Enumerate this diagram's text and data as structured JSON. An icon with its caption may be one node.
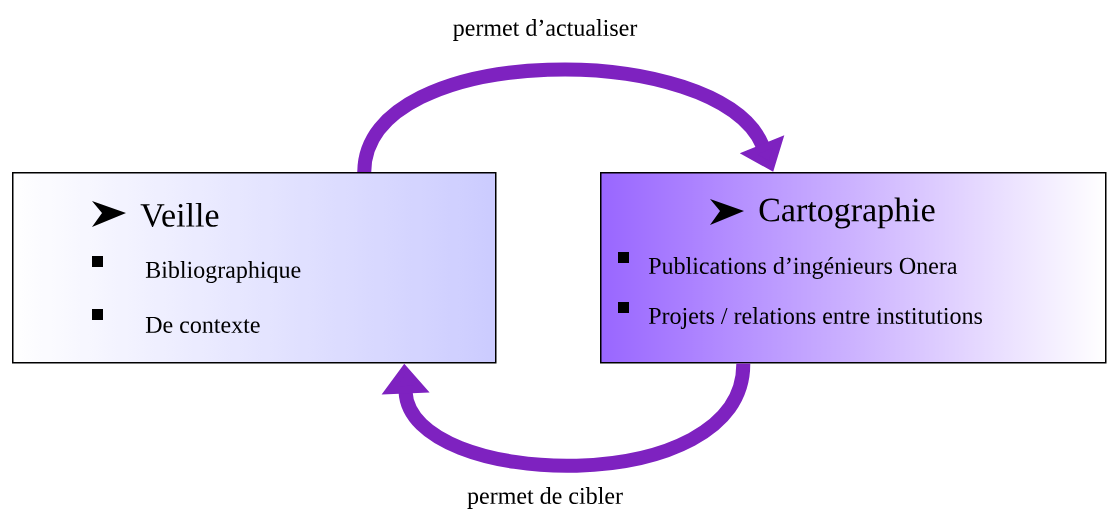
{
  "diagram": {
    "nodes": [
      {
        "text": [
          "Veille",
          "Bibliographique",
          "De contexte"
        ]
      },
      {
        "text": [
          "Cartographie",
          "Publications d’ingénieurs Onera",
          "Projets / relations entre institutions"
        ]
      }
    ],
    "edges": [
      {
        "from": 0,
        "to": 1,
        "arrow": "to",
        "label": "permet d’actualiser"
      },
      {
        "from": 1,
        "to": 0,
        "arrow": "to",
        "label": "permet de cibler"
      }
    ]
  }
}
